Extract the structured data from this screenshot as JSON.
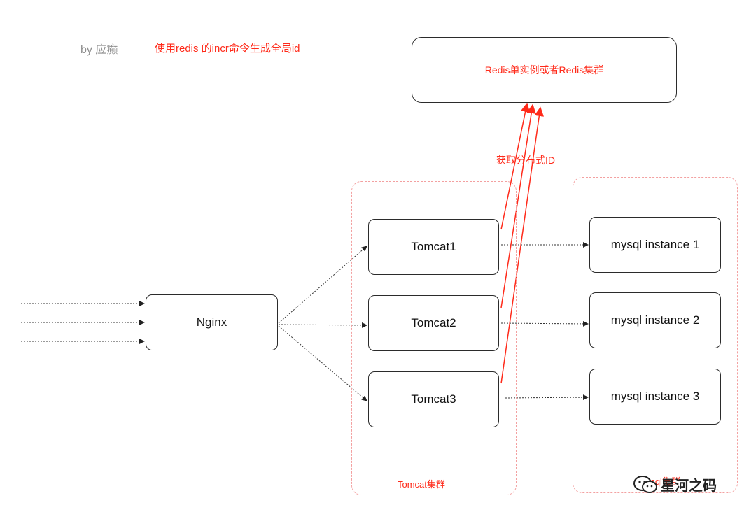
{
  "header": {
    "author": "by 应癫",
    "note": "使用redis 的incr命令生成全局id"
  },
  "redis": {
    "label": "Redis单实例或者Redis集群"
  },
  "flow_label": "获取分布式ID",
  "nginx": {
    "label": "Nginx"
  },
  "tomcat_group": {
    "label": "Tomcat集群",
    "nodes": [
      "Tomcat1",
      "Tomcat2",
      "Tomcat3"
    ]
  },
  "mysql_group": {
    "label": "mysql集群",
    "nodes": [
      "mysql instance 1",
      "mysql instance 2",
      "mysql instance 3"
    ]
  },
  "watermark": {
    "text": "星河之码",
    "icon": "wechat-icon"
  },
  "colors": {
    "accent": "#ff2a1a",
    "group_border": "#f3a0a0",
    "node_border": "#2b2b2b"
  }
}
